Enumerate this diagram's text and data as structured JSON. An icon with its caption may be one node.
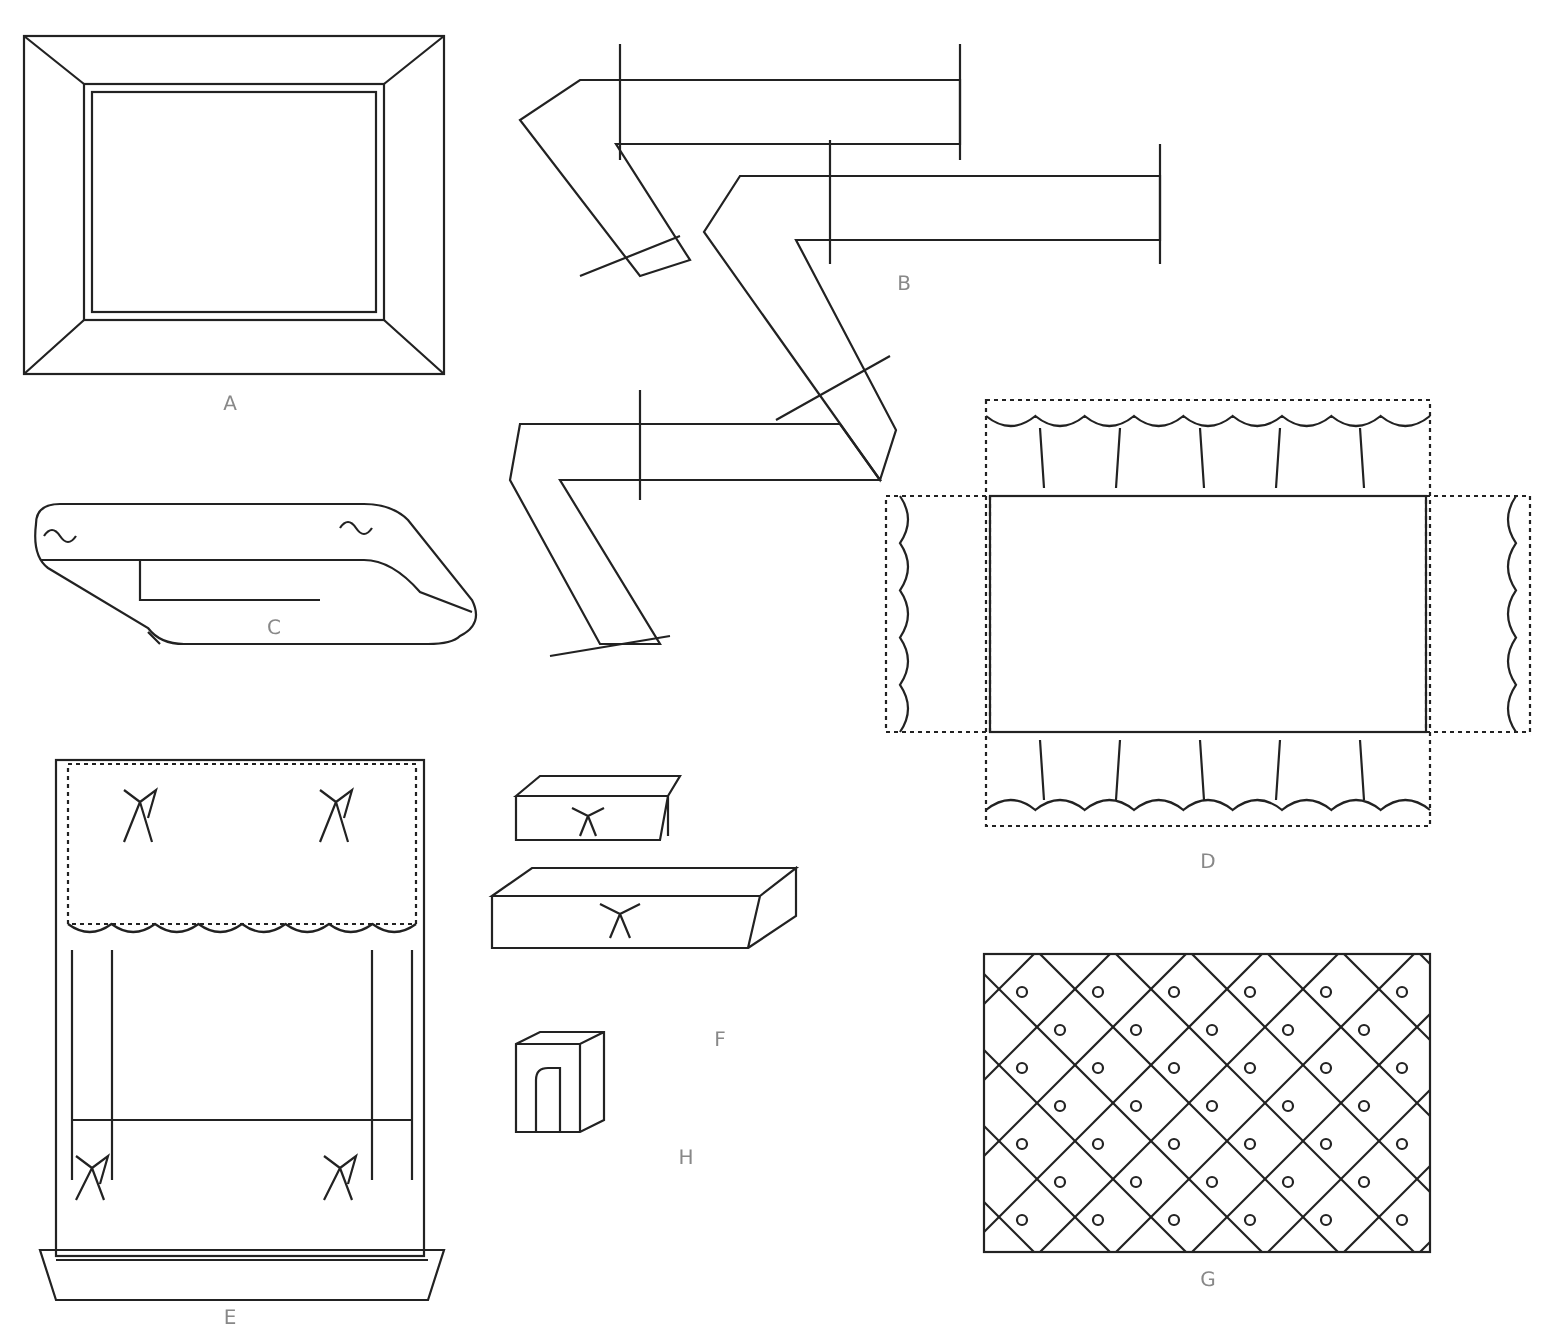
{
  "diagram": {
    "labels": [
      "B",
      "A",
      "C",
      "D",
      "F",
      "H",
      "G",
      "E"
    ]
  }
}
